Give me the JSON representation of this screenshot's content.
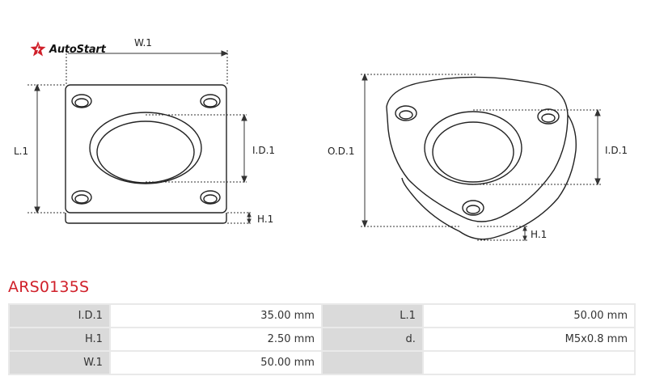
{
  "brand": {
    "name": "AutoStart",
    "icon": "star-logo-icon",
    "color": "#d0202a"
  },
  "drawing": {
    "left_labels": {
      "width": "W.1",
      "length": "L.1",
      "inner_diameter": "I.D.1",
      "height": "H.1"
    },
    "right_labels": {
      "outer_diameter": "O.D.1",
      "inner_diameter": "I.D.1",
      "height": "H.1"
    }
  },
  "part_code": "ARS0135S",
  "specs": [
    {
      "label1": "I.D.1",
      "value1": "35.00 mm",
      "label2": "L.1",
      "value2": "50.00 mm"
    },
    {
      "label1": "H.1",
      "value1": "2.50 mm",
      "label2": "d.",
      "value2": "M5x0.8 mm"
    },
    {
      "label1": "W.1",
      "value1": "50.00 mm",
      "label2": "",
      "value2": ""
    }
  ]
}
